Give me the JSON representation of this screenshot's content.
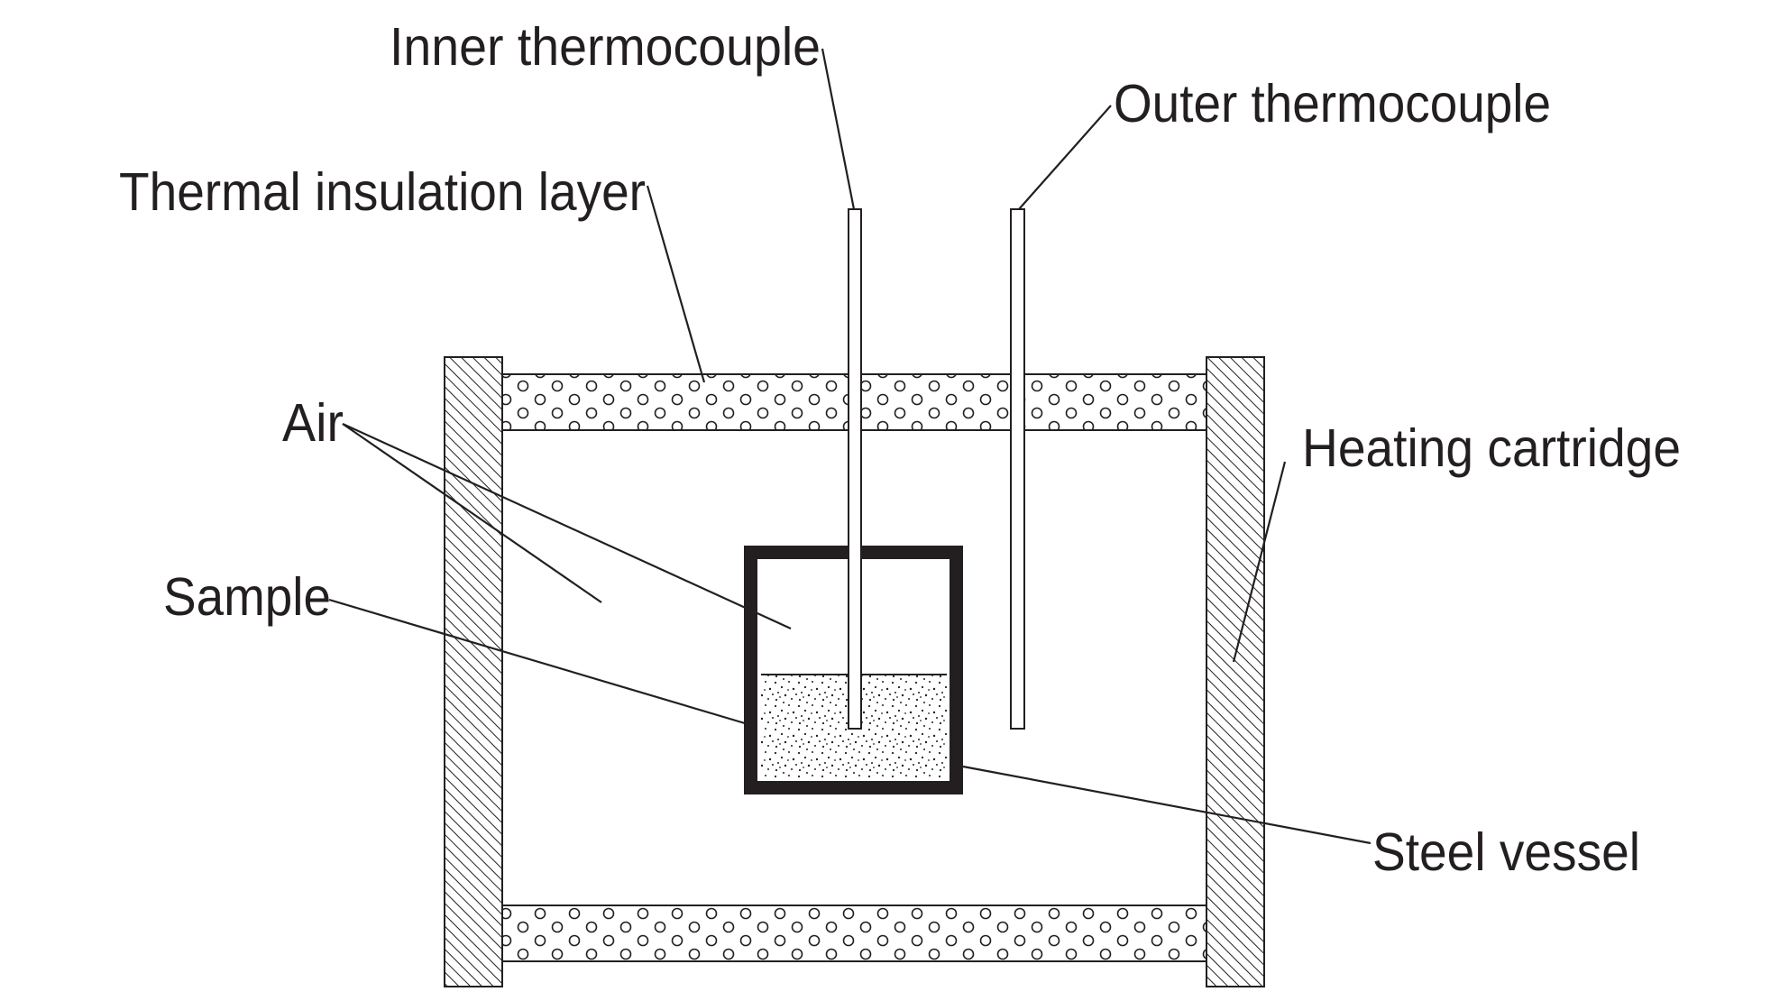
{
  "labels": {
    "inner_thermocouple": "Inner thermocouple",
    "outer_thermocouple": "Outer thermocouple",
    "thermal_insulation_layer": "Thermal insulation layer",
    "air": "Air",
    "sample": "Sample",
    "heating_cartridge": "Heating cartridge",
    "steel_vessel": "Steel vessel"
  },
  "colors": {
    "ink": "#231f20",
    "background": "#ffffff"
  }
}
